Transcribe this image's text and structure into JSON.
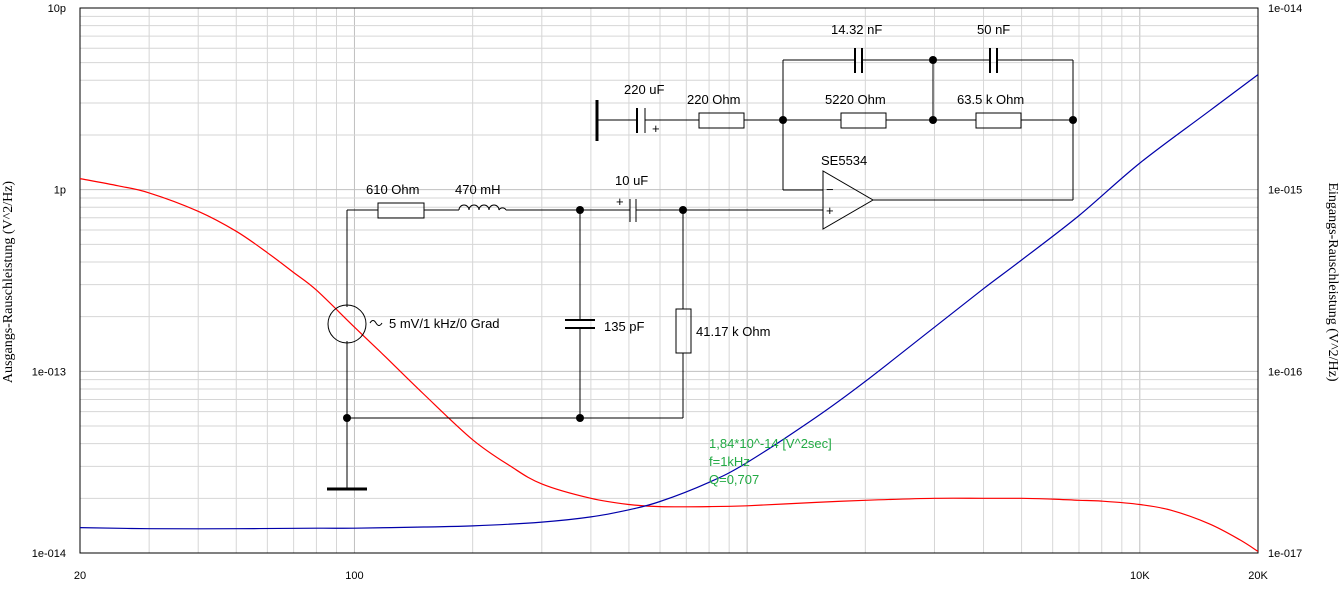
{
  "chart_data": {
    "type": "line",
    "x_scale": "log",
    "xlim": [
      20,
      20000
    ],
    "x_tick_labels": [
      {
        "value": 20,
        "label": "20"
      },
      {
        "value": 100,
        "label": "100"
      },
      {
        "value": 10000,
        "label": "10K"
      },
      {
        "value": 20000,
        "label": "20K"
      }
    ],
    "left_axis": {
      "label": "Ausgangs-Rauschleistung (V^2/Hz)",
      "scale": "log",
      "ylim": [
        1e-14,
        1e-11
      ],
      "tick_labels": [
        {
          "value": 1e-14,
          "label": "1e-014"
        },
        {
          "value": 1e-13,
          "label": "1e-013"
        },
        {
          "value": 1e-12,
          "label": "1p"
        },
        {
          "value": 1e-11,
          "label": "10p"
        }
      ]
    },
    "right_axis": {
      "label": "Eingangs-Rauschleistung (V^2/Hz)",
      "scale": "log",
      "ylim": [
        1e-17,
        1e-14
      ],
      "tick_labels": [
        {
          "value": 1e-17,
          "label": "1e-017"
        },
        {
          "value": 1e-16,
          "label": "1e-016"
        },
        {
          "value": 1e-15,
          "label": "1e-015"
        },
        {
          "value": 1e-14,
          "label": "1e-014"
        }
      ]
    },
    "grid": true,
    "series": [
      {
        "axis": "left",
        "color": "#ff0000",
        "x": [
          20,
          25,
          30,
          40,
          50,
          60,
          70,
          80,
          100,
          120,
          150,
          200,
          250,
          300,
          400,
          500,
          600,
          800,
          1000,
          1500,
          2000,
          3000,
          4000,
          5000,
          6000,
          7000,
          8000,
          10000,
          12000,
          15000,
          18000,
          20000
        ],
        "y": [
          1.15e-12,
          1.05e-12,
          9.6e-13,
          7.6e-13,
          5.9e-13,
          4.5e-13,
          3.5e-13,
          2.8e-13,
          1.75e-13,
          1.2e-13,
          7.5e-14,
          4.2e-14,
          3e-14,
          2.4e-14,
          2e-14,
          1.85e-14,
          1.8e-14,
          1.8e-14,
          1.82e-14,
          1.9e-14,
          1.95e-14,
          2e-14,
          2e-14,
          2e-14,
          1.98e-14,
          1.95e-14,
          1.93e-14,
          1.85e-14,
          1.72e-14,
          1.45e-14,
          1.18e-14,
          1.02e-14
        ]
      },
      {
        "axis": "right",
        "color": "#0000aa",
        "x": [
          20,
          30,
          50,
          80,
          100,
          150,
          200,
          300,
          400,
          500,
          600,
          800,
          1000,
          1500,
          2000,
          3000,
          4000,
          5000,
          7000,
          10000,
          15000,
          20000
        ],
        "y": [
          1.38e-17,
          1.36e-17,
          1.36e-17,
          1.37e-17,
          1.37e-17,
          1.39e-17,
          1.41e-17,
          1.48e-17,
          1.58e-17,
          1.73e-17,
          1.92e-17,
          2.45e-17,
          3.15e-17,
          5.6e-17,
          8.8e-17,
          1.75e-16,
          2.85e-16,
          4.1e-16,
          7.2e-16,
          1.4e-15,
          2.7e-15,
          4.3e-15
        ]
      }
    ],
    "annotations": [
      {
        "text": "1,84*10^-14 [V^2sec]",
        "color": "#22aa44"
      },
      {
        "text": "f=1kHz",
        "color": "#22aa44"
      },
      {
        "text": "Q=0,707",
        "color": "#22aa44"
      }
    ]
  },
  "circuit": {
    "source": "5 mV/1 kHz/0 Grad",
    "r_series": "610  Ohm",
    "inductor": "470 mH",
    "c_shunt": "135 pF",
    "c_coupling": "10 uF",
    "r_input": "41.17 k Ohm",
    "c_gnd": "220 uF",
    "r_gnd": "220  Ohm",
    "r_fb1": "5220  Ohm",
    "r_fb2": "63.5 k Ohm",
    "c_fb1": "14.32 nF",
    "c_fb2": "50 nF",
    "opamp": "SE5534",
    "opamp_minus": "−",
    "opamp_plus": "+",
    "cap_polarity": "+"
  }
}
